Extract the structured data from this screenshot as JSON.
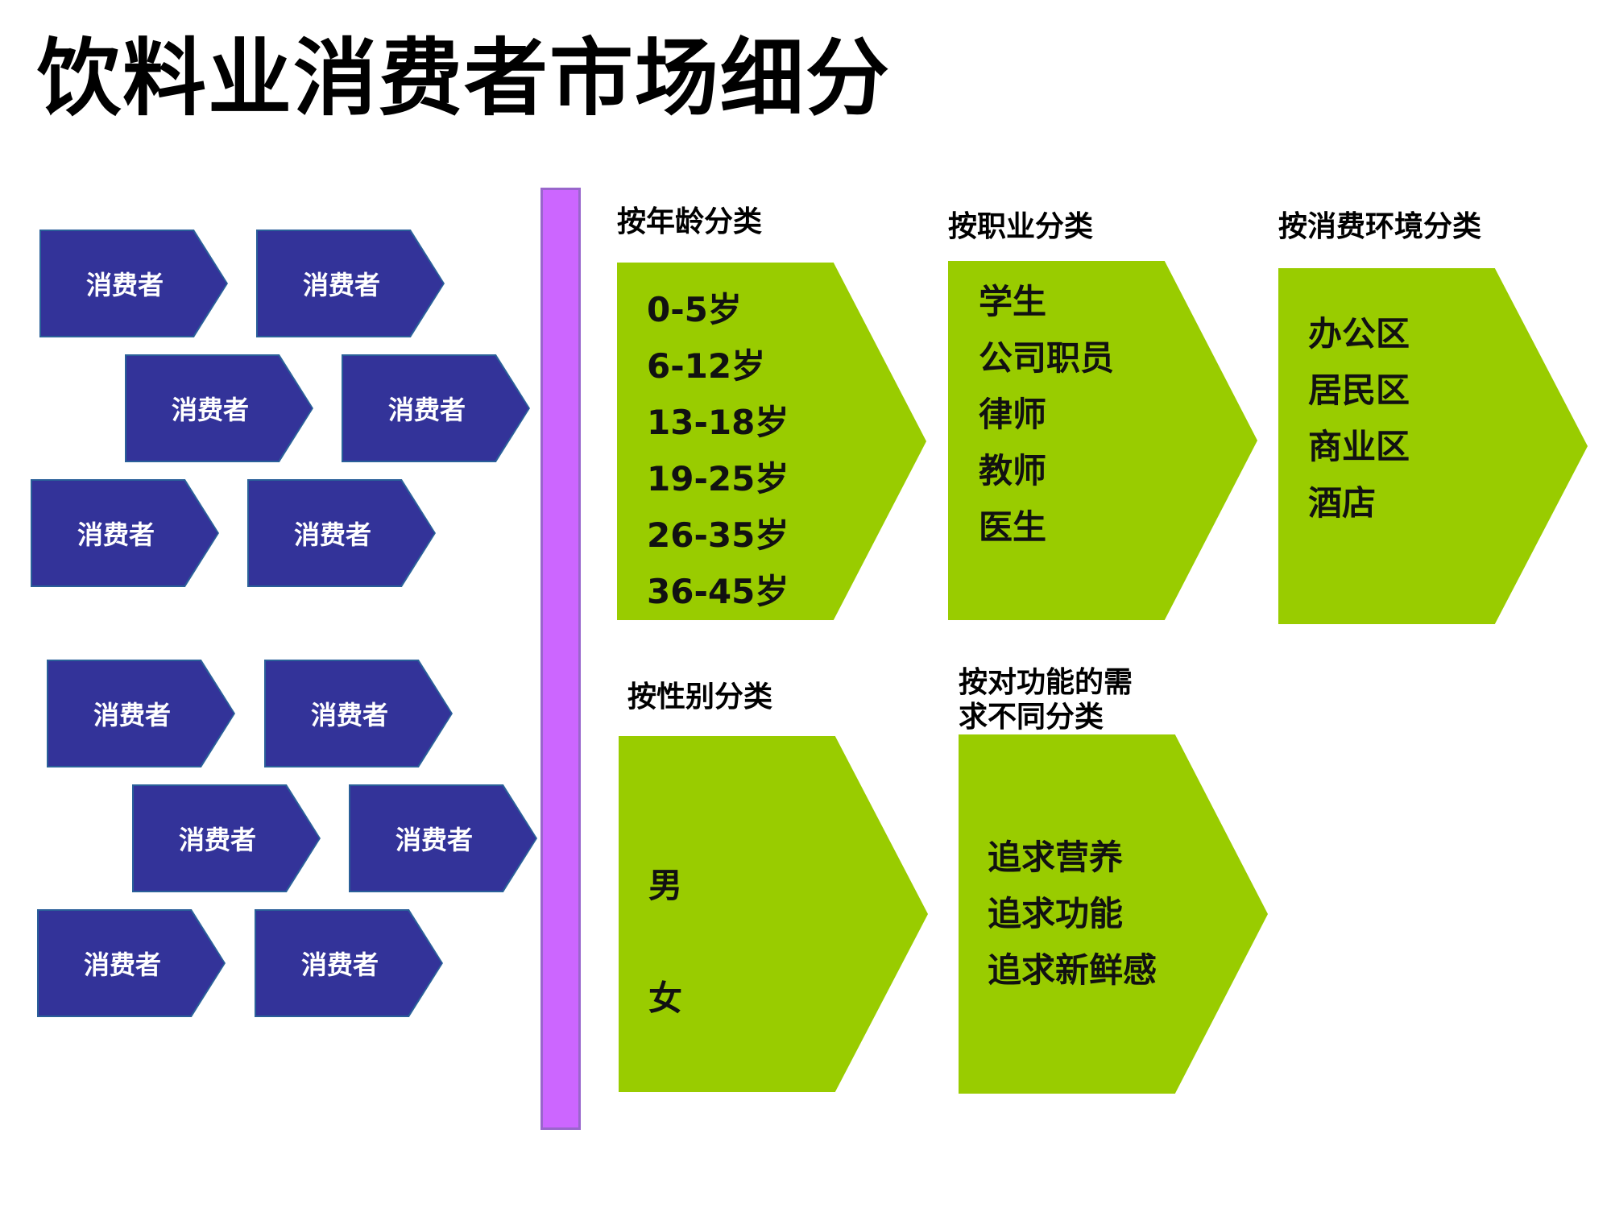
{
  "title": "饮料业消费者市场细分",
  "consumer_label": "消费者",
  "chevrons": [
    {
      "label": "消费者"
    },
    {
      "label": "消费者"
    },
    {
      "label": "消费者"
    },
    {
      "label": "消费者"
    },
    {
      "label": "消费者"
    },
    {
      "label": "消费者"
    },
    {
      "label": "消费者"
    },
    {
      "label": "消费者"
    },
    {
      "label": "消费者"
    },
    {
      "label": "消费者"
    },
    {
      "label": "消费者"
    },
    {
      "label": "消费者"
    }
  ],
  "colors": {
    "chevron_fill": "#333399",
    "chevron_border": "#2a6099",
    "divider": "#cc66ff",
    "segment_fill": "#99cc00"
  },
  "segments": {
    "age": {
      "label": "按年龄分类",
      "items": [
        "0-5岁",
        "6-12岁",
        "13-18岁",
        "19-25岁",
        "26-35岁",
        "36-45岁"
      ]
    },
    "occupation": {
      "label": "按职业分类",
      "items": [
        "学生",
        "公司职员",
        "律师",
        "教师",
        "医生"
      ]
    },
    "environment": {
      "label": "按消费环境分类",
      "items": [
        "办公区",
        "居民区",
        "商业区",
        "酒店"
      ]
    },
    "gender": {
      "label": "按性别分类",
      "items": [
        "男",
        "女"
      ]
    },
    "function": {
      "label_line1": "按对功能的需",
      "label_line2": "求不同分类",
      "items": [
        "追求营养",
        "追求功能",
        "追求新鲜感"
      ]
    }
  }
}
